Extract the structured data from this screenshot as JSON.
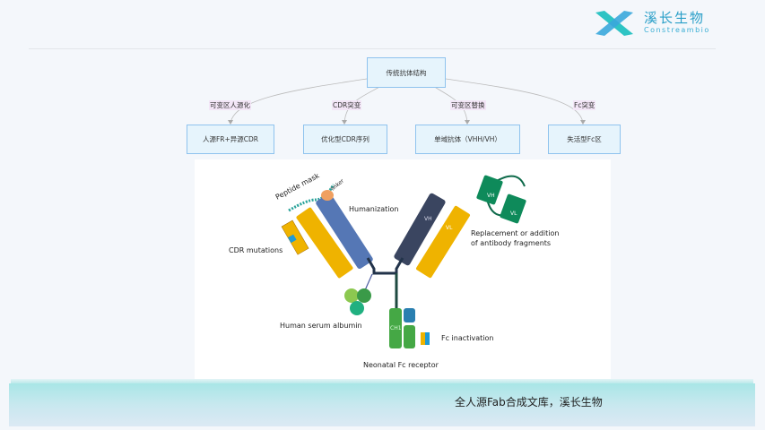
{
  "logo": {
    "cn": "溪长生物",
    "en": "Constreambio"
  },
  "tree": {
    "root": "传统抗体结构",
    "edges": [
      "可变区人源化",
      "CDR突变",
      "可变区替换",
      "Fc突变"
    ],
    "children": [
      "人源FR+异源CDR",
      "优化型CDR序列",
      "单域抗体（VHH/VH）",
      "失活型Fc区"
    ]
  },
  "figure": {
    "peptide_mask": "Peptide mask",
    "linker": "linker",
    "humanization": "Humanization",
    "cdr_mutations": "CDR mutations",
    "replacement_1": "Replacement or addition",
    "replacement_2": "of antibody fragments",
    "vh": "VH",
    "vl": "VL",
    "hsa": "Human serum albumin",
    "ch1": "CH1",
    "fc_inactivation": "Fc inactivation",
    "fcrn": "Neonatal Fc receptor"
  },
  "banner": {
    "text": "全人源Fab合成文库，溪长生物"
  },
  "colors": {
    "yellow": "#efb300",
    "blue": "#5577b5",
    "navy": "#3a4560",
    "green": "#0e8a5a",
    "teal": "#2aa39a"
  }
}
